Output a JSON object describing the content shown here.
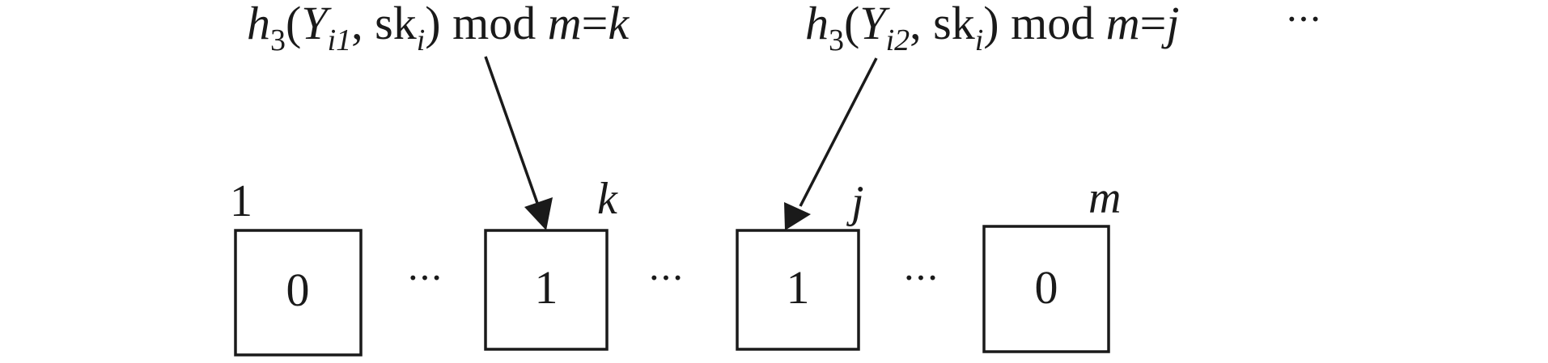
{
  "formulas": [
    {
      "h": "h",
      "h_sub": "3",
      "y": "Y",
      "y_sub": "i1",
      "sep": ", sk",
      "sk_sub": "i",
      "mod": ") mod ",
      "m": "m",
      "eq": "=",
      "rhs": "k"
    },
    {
      "h": "h",
      "h_sub": "3",
      "y": "Y",
      "y_sub": "i2",
      "sep": ", sk",
      "sk_sub": "i",
      "mod": ") mod ",
      "m": "m",
      "eq": "=",
      "rhs": "j"
    }
  ],
  "paren_open": "(",
  "trailing_ellipsis": "···",
  "cells": [
    {
      "index_label": "1",
      "value": "0"
    },
    {
      "index_label": "k",
      "value": "1"
    },
    {
      "index_label": "j",
      "value": "1"
    },
    {
      "index_label": "m",
      "value": "0"
    }
  ],
  "gap_ellipsis": [
    "···",
    "···",
    "···"
  ]
}
